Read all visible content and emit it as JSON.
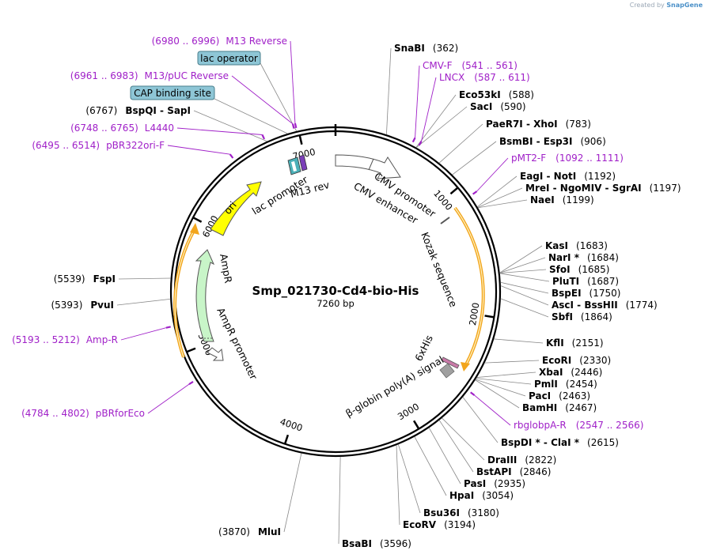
{
  "credit": {
    "prefix": "Created by",
    "brand": "SnapGene"
  },
  "plasmid": {
    "name": "Smp_021730-Cd4-bio-His",
    "size_label": "7260 bp",
    "length": 7260
  },
  "ticks": [
    1000,
    2000,
    3000,
    4000,
    5000,
    6000,
    7000
  ],
  "features": [
    {
      "id": "cmv-enhancer",
      "label": "CMV enhancer"
    },
    {
      "id": "cmv-promoter",
      "label": "CMV promoter"
    },
    {
      "id": "kozak",
      "label": "Kozak sequence"
    },
    {
      "id": "sixhis",
      "label": "6xHis"
    },
    {
      "id": "bglobin",
      "label": "β-globin poly(A) signal"
    },
    {
      "id": "ampr-promoter",
      "label": "AmpR promoter"
    },
    {
      "id": "ampr",
      "label": "AmpR"
    },
    {
      "id": "ori",
      "label": "ori"
    },
    {
      "id": "lac-promoter",
      "label": "lac promoter"
    },
    {
      "id": "m13rev",
      "label": "M13 rev"
    }
  ],
  "boxed_labels": [
    {
      "id": "lac-operator",
      "label": "lac operator"
    },
    {
      "id": "cap-site",
      "label": "CAP binding site"
    }
  ],
  "sites": [
    {
      "name": "SnaBI",
      "pos": "(362)"
    },
    {
      "name": "Eco53kI",
      "pos": "(588)"
    },
    {
      "name": "SacI",
      "pos": "(590)"
    },
    {
      "name": "PaeR7I  -  XhoI",
      "pos": "(783)"
    },
    {
      "name": "BsmBI  -  Esp3I",
      "pos": "(906)"
    },
    {
      "name": "EagI  -  NotI",
      "pos": "(1192)"
    },
    {
      "name": "MreI  -  NgoMIV  -  SgrAI",
      "pos": "(1197)"
    },
    {
      "name": "NaeI",
      "pos": "(1199)"
    },
    {
      "name": "KasI",
      "pos": "(1683)"
    },
    {
      "name": "NarI *",
      "pos": "(1684)"
    },
    {
      "name": "SfoI",
      "pos": "(1685)"
    },
    {
      "name": "PluTI",
      "pos": "(1687)"
    },
    {
      "name": "BspEI",
      "pos": "(1750)"
    },
    {
      "name": "AscI  -  BssHII",
      "pos": "(1774)"
    },
    {
      "name": "SbfI",
      "pos": "(1864)"
    },
    {
      "name": "KflI",
      "pos": "(2151)"
    },
    {
      "name": "EcoRI",
      "pos": "(2330)"
    },
    {
      "name": "XbaI",
      "pos": "(2446)"
    },
    {
      "name": "PmlI",
      "pos": "(2454)"
    },
    {
      "name": "PacI",
      "pos": "(2463)"
    },
    {
      "name": "BamHI",
      "pos": "(2467)"
    },
    {
      "name": "BspDI *  -  ClaI *",
      "pos": "(2615)"
    },
    {
      "name": "DraIII",
      "pos": "(2822)"
    },
    {
      "name": "BstAPI",
      "pos": "(2846)"
    },
    {
      "name": "PasI",
      "pos": "(2935)"
    },
    {
      "name": "HpaI",
      "pos": "(3054)"
    },
    {
      "name": "Bsu36I",
      "pos": "(3180)"
    },
    {
      "name": "EcoRV",
      "pos": "(3194)"
    },
    {
      "name": "BsaBI",
      "pos": "(3596)"
    },
    {
      "name": "MluI",
      "pos": "(3870)"
    },
    {
      "name": "PvuI",
      "pos": "(5393)"
    },
    {
      "name": "FspI",
      "pos": "(5539)"
    },
    {
      "name": "BspQI  -  SapI",
      "pos": "(6767)"
    }
  ],
  "primers": [
    {
      "name": "M13 Reverse",
      "range": "(6980 .. 6996)"
    },
    {
      "name": "M13/pUC Reverse",
      "range": "(6961 .. 6983)"
    },
    {
      "name": "L4440",
      "range": "(6748 .. 6765)"
    },
    {
      "name": "pBR322ori-F",
      "range": "(6495 .. 6514)"
    },
    {
      "name": "CMV-F",
      "range": "(541 .. 561)"
    },
    {
      "name": "LNCX",
      "range": "(587 .. 611)"
    },
    {
      "name": "pMT2-F",
      "range": "(1092 .. 1111)"
    },
    {
      "name": "rbglobpA-R",
      "range": "(2547 .. 2566)"
    },
    {
      "name": "Amp-R",
      "range": "(5193 .. 5212)"
    },
    {
      "name": "pBRforEco",
      "range": "(4784 .. 4802)"
    }
  ],
  "colors": {
    "primer": "#a020c8",
    "boxed_fill": "#8ec6d6",
    "orf": "#f2a51c",
    "ori": "#ffff00",
    "ampr": "#c8f5c8",
    "leader": "#888888"
  }
}
